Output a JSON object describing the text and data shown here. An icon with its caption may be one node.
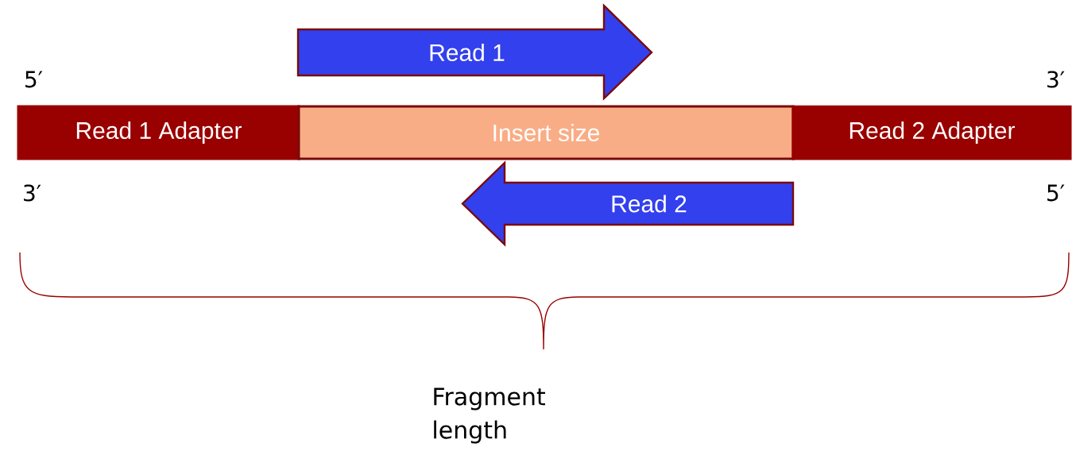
{
  "diagram": {
    "nodes": [
      {
        "text": [
          "Read 1"
        ]
      },
      {
        "text": [
          "Read 1 Adapter"
        ]
      },
      {
        "text": [
          "Insert size"
        ]
      },
      {
        "text": [
          "Read 2 Adapter"
        ]
      },
      {
        "text": [
          "Read 2"
        ]
      }
    ],
    "labels": [
      "5′",
      "3′",
      "3′",
      "5′",
      "Fragment length"
    ]
  }
}
